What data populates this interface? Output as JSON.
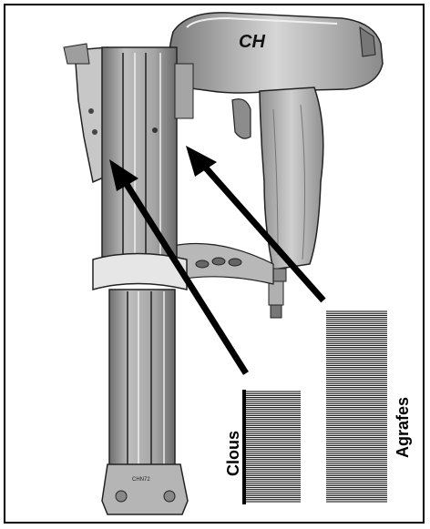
{
  "diagram": {
    "labels": {
      "nails": "Clous",
      "staples": "Agrafes"
    },
    "brand_logo": "CH",
    "model_marking": "CHN72"
  },
  "colors": {
    "ink": "#000000",
    "tool_gray": "#9a9a9a",
    "tool_light": "#cfcfcf",
    "tool_dark": "#555555",
    "background": "#ffffff"
  }
}
